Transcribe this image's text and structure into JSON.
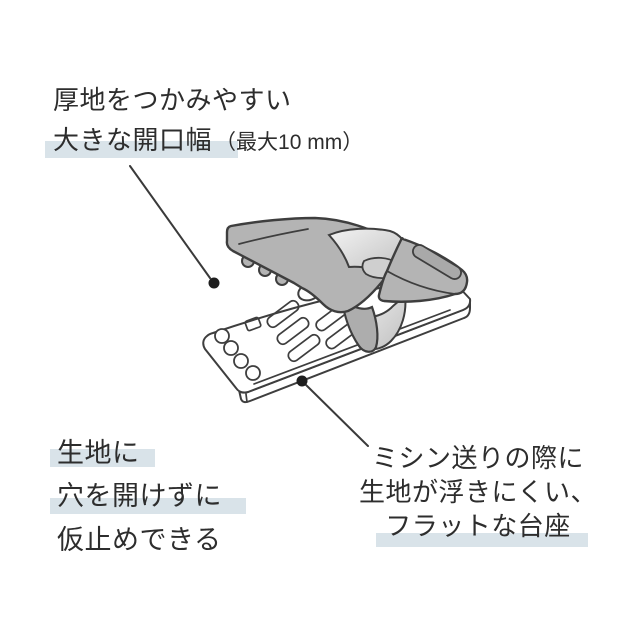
{
  "page": {
    "background_color": "#ffffff",
    "text_color": "#2d2d2d",
    "highlight_color": "#d9e3e9",
    "outline_color": "#3e3e3e",
    "clip_body_color": "#b4b4b4",
    "clip_base_color": "#ffffff"
  },
  "annotations": {
    "top": {
      "line1": "厚地をつかみやすい",
      "line2_main": "大きな開口幅",
      "line2_sub": "（最大10 mm）"
    },
    "bottom_left": {
      "line1": "生地に",
      "line2": "穴を開けずに",
      "line3": "仮止めできる"
    },
    "bottom_right": {
      "line1": "ミシン送りの際に",
      "line2": "生地が浮きにくい、",
      "line3": "フラットな台座"
    }
  }
}
